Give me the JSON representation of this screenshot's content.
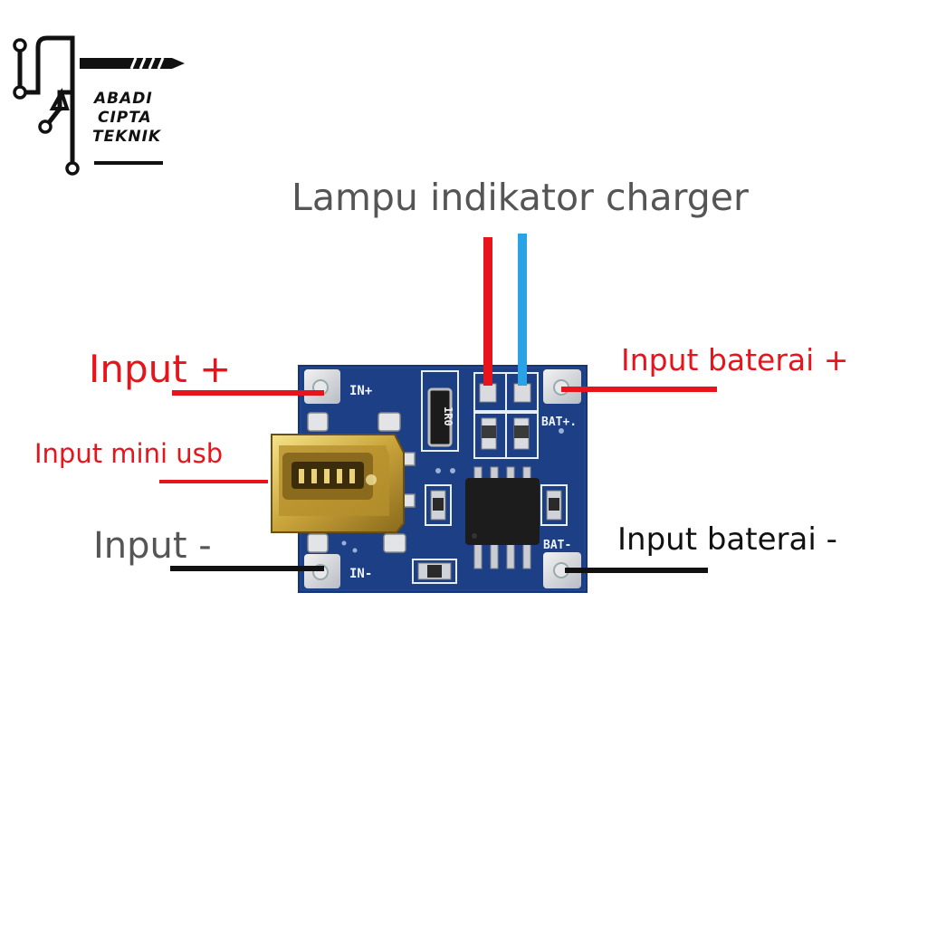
{
  "logo": {
    "line1": "ABADI",
    "line2": "CIPTA",
    "line3": "TEKNIK"
  },
  "labels": {
    "indicator": "Lampu indikator charger",
    "input_plus": "Input +",
    "input_mini_usb": "Input mini usb",
    "input_minus": "Input -",
    "battery_plus": "Input baterai +",
    "battery_minus": "Input baterai -"
  },
  "silkscreen": {
    "in_plus": "IN+",
    "in_minus": "IN-",
    "bat_plus": "BAT+.",
    "bat_minus": "BAT-",
    "resistor_code": "1R0"
  },
  "colors": {
    "red": "#e8141c",
    "blue": "#2aa3e6",
    "black": "#111111",
    "gray_text": "#555555",
    "pcb": "#1c3f86"
  }
}
